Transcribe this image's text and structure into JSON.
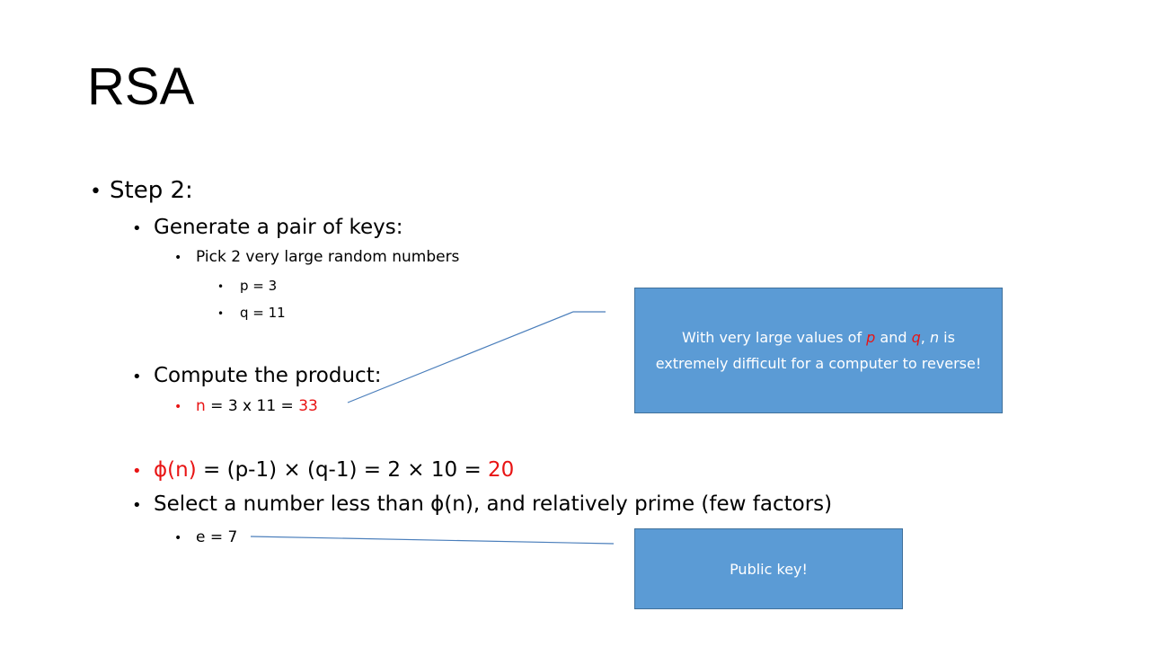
{
  "slide": {
    "title": "RSA",
    "step": "Step 2:",
    "generate": "Generate a pair of keys:",
    "pick": "Pick 2 very large random numbers",
    "p_line": "p = 3",
    "q_line": "q = 11",
    "compute": "Compute the product:",
    "n_var": "n",
    "n_expr": " = 3 x 11 = ",
    "n_value": "33",
    "phi_var": "ϕ(n)",
    "phi_expr": " = (p-1) × (q-1) = 2 × 10 = ",
    "phi_value": "20",
    "select": "Select a number less than ϕ(n), and relatively prime (few factors)",
    "e_line": "e = 7"
  },
  "callouts": {
    "large_values": {
      "part1": "With very large values of ",
      "p": "p",
      "and": " and ",
      "q": "q",
      "comma": ", ",
      "n": "n",
      "part2": " is extremely difficult for a computer to reverse!"
    },
    "public_key": "Public key!"
  },
  "colors": {
    "highlight": "#e81414",
    "callout_fill": "#5b9bd5",
    "callout_border": "#41719c",
    "connector": "#4a7ebb"
  }
}
